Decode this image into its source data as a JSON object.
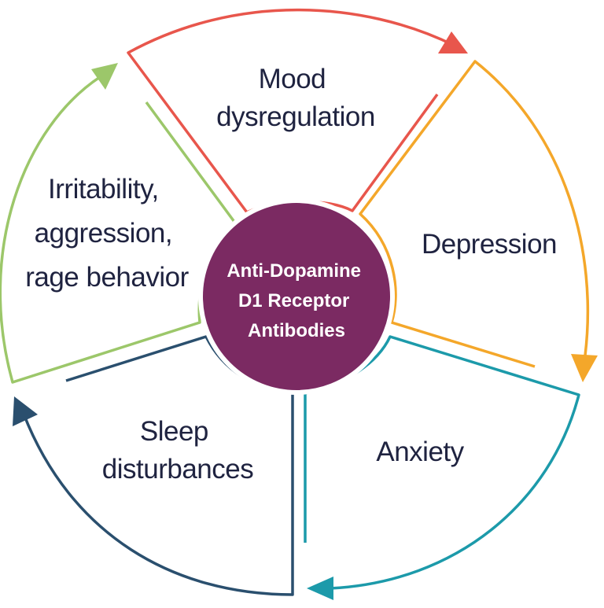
{
  "center": {
    "lines": [
      "Anti-Dopamine",
      "D1 Receptor",
      "Antibodies"
    ],
    "fill": "#7b2a62",
    "ring": "#ffffff"
  },
  "segments": [
    {
      "id": "mood",
      "lines": [
        "Mood",
        "dysregulation"
      ],
      "color": "#e8564c"
    },
    {
      "id": "depression",
      "lines": [
        "Depression"
      ],
      "color": "#f4a72a"
    },
    {
      "id": "anxiety",
      "lines": [
        "Anxiety"
      ],
      "color": "#1c9aaa"
    },
    {
      "id": "sleep",
      "lines": [
        "Sleep",
        "disturbances"
      ],
      "color": "#2a4f6e"
    },
    {
      "id": "irritability",
      "lines": [
        "Irritability,",
        "aggression,",
        "rage behavior"
      ],
      "color": "#9cc76a"
    }
  ]
}
